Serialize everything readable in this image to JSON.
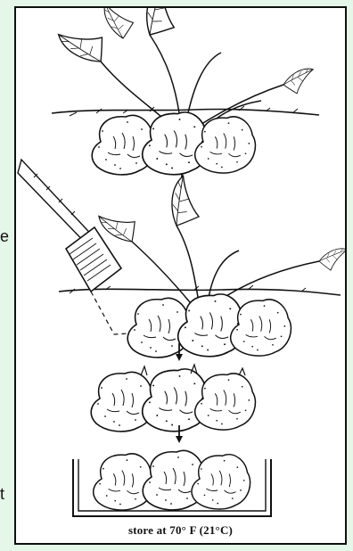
{
  "side_text": {
    "fragment_top": "e",
    "fragment_bottom": "t"
  },
  "illustration": {
    "caption": "store at 70° F (21°C)",
    "steps": [
      "growing plant",
      "dig with spade",
      "cleaned corms",
      "store in tray"
    ],
    "arrow_icon": "down-arrow-icon"
  }
}
